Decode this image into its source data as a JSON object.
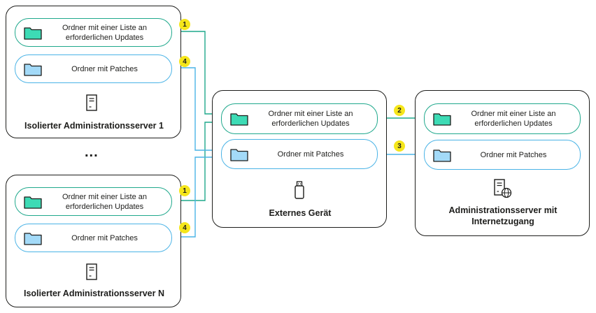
{
  "colors": {
    "green": "#1fa88c",
    "green_fill": "#3ddbb5",
    "blue": "#4ab3e6",
    "blue_fill": "#a3daf8",
    "badge": "#f5e61b",
    "stroke": "#1d1d1b"
  },
  "isolated_server_1": {
    "title": "Isolierter Administrationsserver 1",
    "updates_folder": "Ordner mit einer Liste an erforderlichen Updates",
    "patches_folder": "Ordner mit Patches",
    "icon": "server-icon"
  },
  "ellipsis": "...",
  "isolated_server_n": {
    "title": "Isolierter Administrationsserver N",
    "updates_folder": "Ordner mit einer Liste an erforderlichen Updates",
    "patches_folder": "Ordner mit Patches",
    "icon": "server-icon"
  },
  "external_device": {
    "title": "Externes Gerät",
    "updates_folder": "Ordner mit einer Liste an erforderlichen Updates",
    "patches_folder": "Ordner mit Patches",
    "icon": "usb-drive-icon"
  },
  "internet_server": {
    "title": "Administrationsserver mit Internetzugang",
    "updates_folder": "Ordner mit einer Liste an erforderlichen Updates",
    "patches_folder": "Ordner mit Patches",
    "icon": "server-globe-icon"
  },
  "steps": {
    "step1": "1",
    "step2": "2",
    "step3": "3",
    "step4": "4"
  }
}
